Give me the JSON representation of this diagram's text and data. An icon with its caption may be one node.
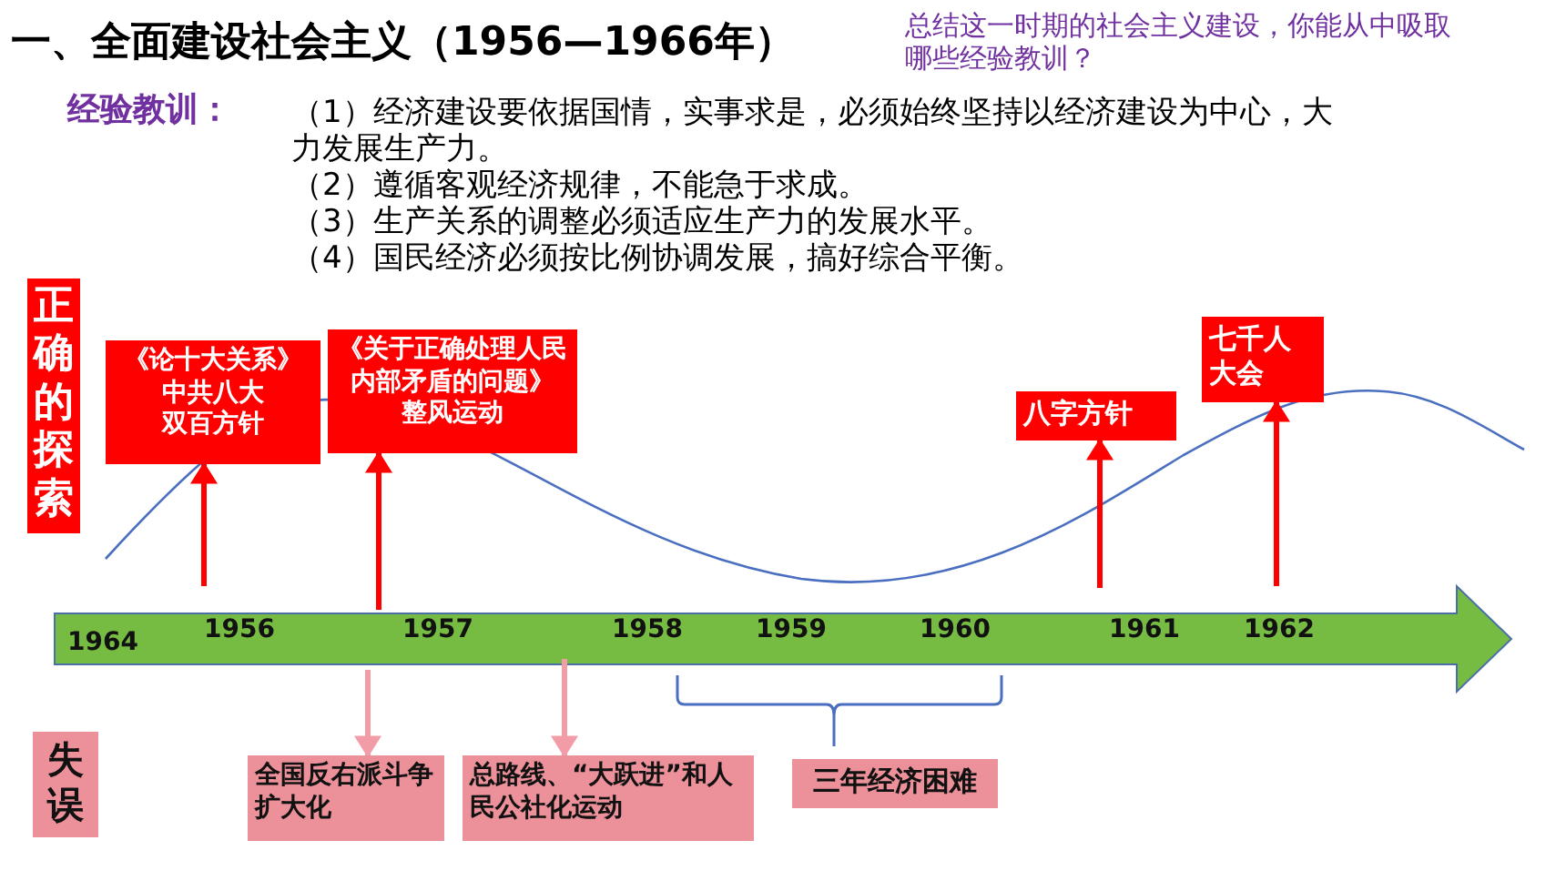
{
  "diagram": {
    "title": "一、全面建设社会主义（1956—1966年）",
    "nodes": [
      {
        "text": [
          "正确的探索"
        ]
      },
      {
        "text": [
          "《论十大关系》",
          "中共八大",
          "双百方针"
        ]
      },
      {
        "text": [
          "《关于正确处理人民内部矛盾的问题》",
          "整风运动"
        ]
      },
      {
        "text": [
          "八字方针"
        ]
      },
      {
        "text": [
          "七千人大会"
        ]
      },
      {
        "text": [
          "失误"
        ]
      },
      {
        "text": [
          "全国反右派斗争扩大化"
        ]
      },
      {
        "text": [
          "总路线、“大跃进”和人民公社化运动"
        ]
      },
      {
        "text": [
          "三年经济困难"
        ]
      }
    ],
    "edges": [
      {
        "from": null,
        "to": 1,
        "arrow": "to"
      },
      {
        "from": null,
        "to": 2,
        "arrow": "to"
      },
      {
        "from": null,
        "to": 3,
        "arrow": "to"
      },
      {
        "from": null,
        "to": 4,
        "arrow": "to"
      },
      {
        "from": null,
        "to": 6,
        "arrow": "to",
        "color": "#f19ca6"
      },
      {
        "from": null,
        "to": 7,
        "arrow": "to",
        "color": "#f19ca6"
      }
    ],
    "labels": [
      "总结这一时期的社会主义建设，你能从中吸取哪些经验教训？",
      "经验教训：",
      "（1）经济建设要依据国情，实事求是，必须始终坚持以经济建设为中心，大力发展生产力。",
      "（2）遵循客观经济规律，不能急于求成。",
      "（3）生产关系的调整必须适应生产力的发展水平。",
      "（4）国民经济必须按比例协调发展，搞好综合平衡。",
      "1956",
      "1957",
      "1958",
      "1959",
      "1960",
      "1961",
      "1962",
      "1964"
    ]
  }
}
